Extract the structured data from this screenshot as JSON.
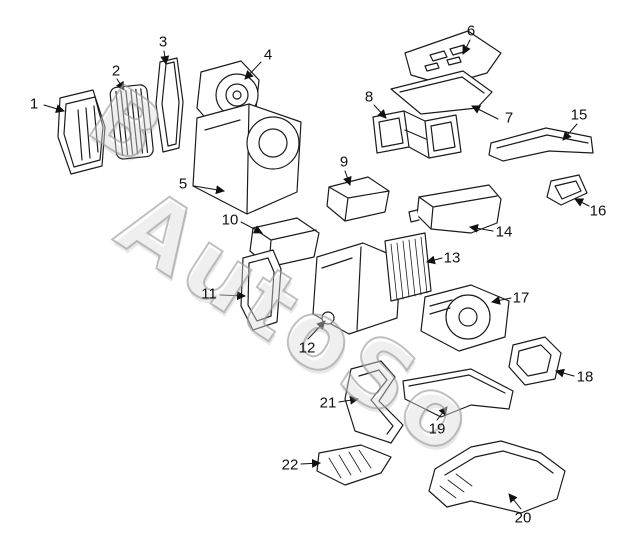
{
  "watermark": {
    "text": "AutoSo",
    "partial_letter": "B"
  },
  "callouts": [
    "1",
    "2",
    "3",
    "4",
    "5",
    "6",
    "7",
    "8",
    "9",
    "10",
    "11",
    "12",
    "13",
    "14",
    "15",
    "16",
    "17",
    "18",
    "19",
    "20",
    "21",
    "22"
  ],
  "colors": {
    "background": "#ffffff",
    "line": "#1c1c1c",
    "watermark_gray": "#9a9a9a"
  }
}
